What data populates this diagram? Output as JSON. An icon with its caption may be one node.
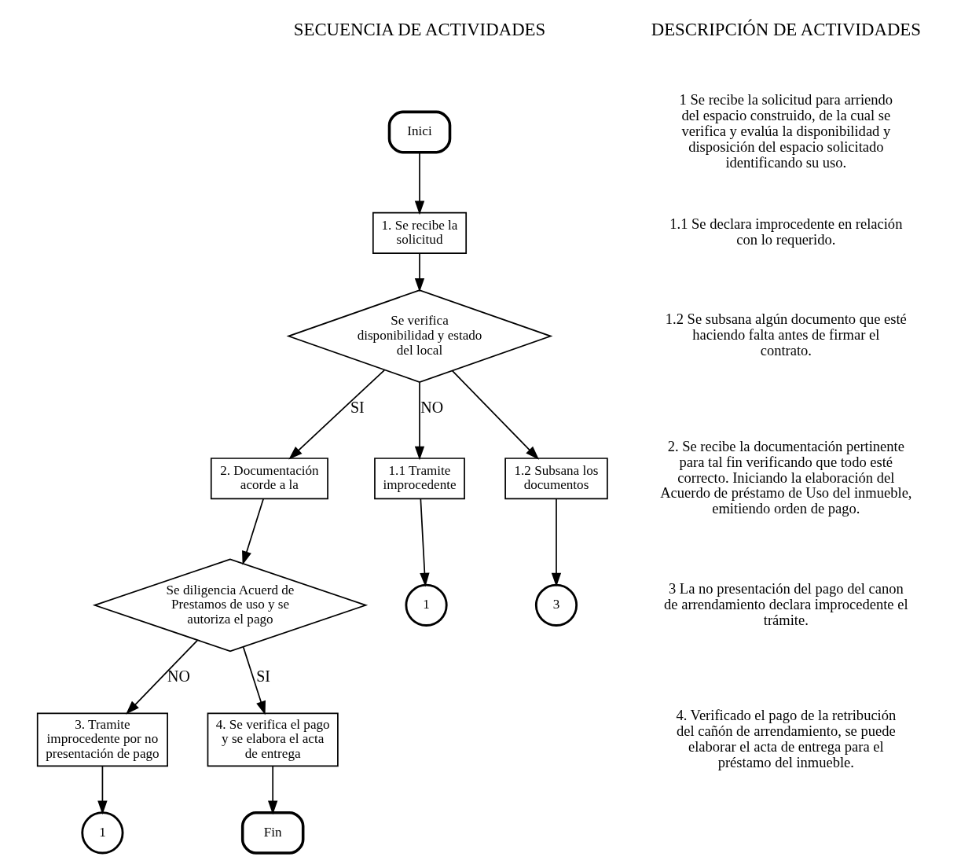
{
  "diagram": {
    "nodes": [
      {
        "text": [
          "Inici"
        ]
      },
      {
        "text": [
          "1. Se recibe la solicitud"
        ]
      },
      {
        "text": [
          "Se verifica disponibilidad y estado del local"
        ]
      },
      {
        "text": [
          "2. Documentación acorde a la"
        ]
      },
      {
        "text": [
          "1.1 Tramite improcedente"
        ]
      },
      {
        "text": [
          "1.2 Subsana los documentos"
        ]
      },
      {
        "text": [
          "Se diligencia Acuerd de Prestamos de uso y se autoriza el pago"
        ]
      },
      {
        "text": [
          "1"
        ]
      },
      {
        "text": [
          "3"
        ]
      },
      {
        "text": [
          "3. Tramite improcedente por no presentación de pago"
        ]
      },
      {
        "text": [
          "4. Se verifica el pago y se elabora el acta de entrega"
        ]
      },
      {
        "text": [
          "1"
        ]
      },
      {
        "text": [
          "Fin"
        ]
      }
    ],
    "edges": [
      {
        "from": 0,
        "to": 1,
        "arrow": "to"
      },
      {
        "from": 1,
        "to": 2,
        "arrow": "to"
      },
      {
        "from": 2,
        "to": 3,
        "arrow": "to",
        "label": "SI"
      },
      {
        "from": 2,
        "to": 4,
        "arrow": "to",
        "label": "NO"
      },
      {
        "from": 2,
        "to": 5,
        "arrow": "to"
      },
      {
        "from": 3,
        "to": 6,
        "arrow": "to"
      },
      {
        "from": 4,
        "to": 7,
        "arrow": "to"
      },
      {
        "from": 5,
        "to": 8,
        "arrow": "to"
      },
      {
        "from": 6,
        "to": 10,
        "arrow": "to",
        "label": "SI"
      },
      {
        "from": 6,
        "to": 9,
        "arrow": "to",
        "label": "NO"
      },
      {
        "from": 9,
        "to": 11,
        "arrow": "to"
      },
      {
        "from": 10,
        "to": 12,
        "arrow": "to"
      }
    ],
    "labels": [
      "SECUENCIA DE ACTIVIDADES",
      "DESCRIPCIÓN DE ACTIVIDADES",
      "1 Se recibe la solicitud para arriendo del espacio construido, de la cual se verifica y evalúa la disponibilidad y disposición del espacio solicitado identificando su uso.",
      "1.1 Se declara improcedente en relación con lo requerido.",
      "1.2 Se subsana algún documento que esté haciendo falta antes de firmar el contrato.",
      "2. Se recibe la documentación pertinente para tal fin verificando que todo esté correcto. Iniciando la elaboración del Acuerdo de préstamo de Uso del inmueble, emitiendo orden de pago.",
      "3 La no presentación del pago del canon de arrendamiento declara improcedente el trámite.",
      "4. Verificado el pago de la retribución del cañón de arrendamiento, se puede elaborar el acta de entrega para el préstamo del inmueble."
    ]
  }
}
